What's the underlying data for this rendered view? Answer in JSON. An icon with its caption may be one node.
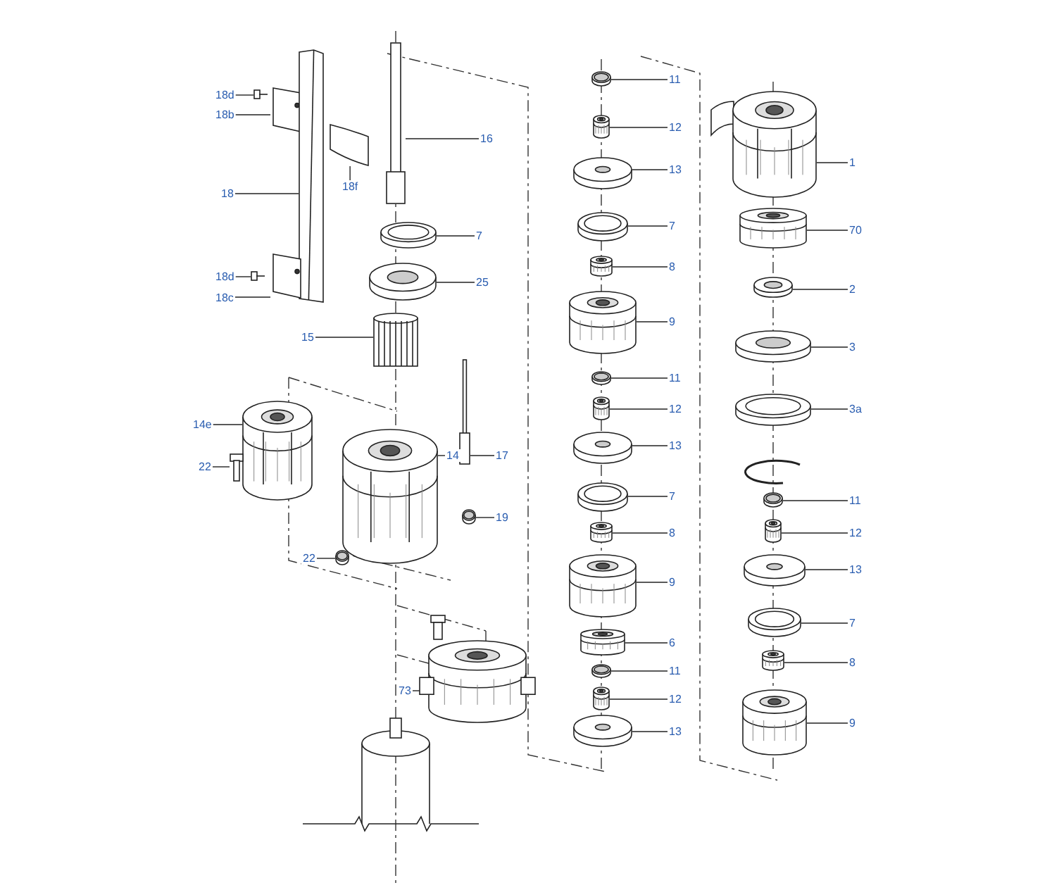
{
  "diagram": {
    "nodes": [
      {
        "text": [
          "18d"
        ]
      },
      {
        "text": [],
        "shape": "picture"
      },
      {
        "text": [
          "18b"
        ]
      },
      {
        "text": [],
        "shape": "picture"
      },
      {
        "text": [
          "18"
        ]
      },
      {
        "text": [],
        "shape": "picture"
      },
      {
        "text": [
          "18f"
        ]
      },
      {
        "text": [],
        "shape": "picture"
      },
      {
        "text": [
          "18d"
        ]
      },
      {
        "text": [],
        "shape": "picture"
      },
      {
        "text": [
          "18c"
        ]
      },
      {
        "text": [],
        "shape": "picture"
      },
      {
        "text": [
          "16"
        ]
      },
      {
        "text": [],
        "shape": "picture"
      },
      {
        "text": [
          "7"
        ]
      },
      {
        "text": [],
        "shape": "picture"
      },
      {
        "text": [
          "25"
        ]
      },
      {
        "text": [],
        "shape": "picture"
      },
      {
        "text": [
          "15"
        ]
      },
      {
        "text": [],
        "shape": "picture"
      },
      {
        "text": [
          "14e"
        ]
      },
      {
        "text": [],
        "shape": "picture"
      },
      {
        "text": [
          "22"
        ]
      },
      {
        "text": [],
        "shape": "picture"
      },
      {
        "text": [
          "14"
        ]
      },
      {
        "text": [],
        "shape": "picture"
      },
      {
        "text": [
          "17"
        ]
      },
      {
        "text": [],
        "shape": "picture"
      },
      {
        "text": [
          "19"
        ]
      },
      {
        "text": [],
        "shape": "picture"
      },
      {
        "text": [
          "22"
        ]
      },
      {
        "text": [],
        "shape": "picture"
      },
      {
        "text": [
          "73"
        ]
      },
      {
        "text": [],
        "shape": "picture"
      },
      {
        "text": [
          "11"
        ]
      },
      {
        "text": [],
        "shape": "picture"
      },
      {
        "text": [
          "12"
        ]
      },
      {
        "text": [],
        "shape": "picture"
      },
      {
        "text": [
          "13"
        ]
      },
      {
        "text": [],
        "shape": "picture"
      },
      {
        "text": [
          "7"
        ]
      },
      {
        "text": [],
        "shape": "picture"
      },
      {
        "text": [
          "8"
        ]
      },
      {
        "text": [],
        "shape": "picture"
      },
      {
        "text": [
          "9"
        ]
      },
      {
        "text": [],
        "shape": "picture"
      },
      {
        "text": [
          "11"
        ]
      },
      {
        "text": [],
        "shape": "picture"
      },
      {
        "text": [
          "12"
        ]
      },
      {
        "text": [],
        "shape": "picture"
      },
      {
        "text": [
          "13"
        ]
      },
      {
        "text": [],
        "shape": "picture"
      },
      {
        "text": [
          "7"
        ]
      },
      {
        "text": [],
        "shape": "picture"
      },
      {
        "text": [
          "8"
        ]
      },
      {
        "text": [],
        "shape": "picture"
      },
      {
        "text": [
          "9"
        ]
      },
      {
        "text": [],
        "shape": "picture"
      },
      {
        "text": [
          "6"
        ]
      },
      {
        "text": [],
        "shape": "picture"
      },
      {
        "text": [
          "11"
        ]
      },
      {
        "text": [],
        "shape": "picture"
      },
      {
        "text": [
          "12"
        ]
      },
      {
        "text": [],
        "shape": "picture"
      },
      {
        "text": [
          "13"
        ]
      },
      {
        "text": [],
        "shape": "picture"
      },
      {
        "text": [
          "1"
        ]
      },
      {
        "text": [],
        "shape": "picture"
      },
      {
        "text": [
          "70"
        ]
      },
      {
        "text": [],
        "shape": "picture"
      },
      {
        "text": [
          "2"
        ]
      },
      {
        "text": [],
        "shape": "picture"
      },
      {
        "text": [
          "3"
        ]
      },
      {
        "text": [],
        "shape": "picture"
      },
      {
        "text": [
          "3a"
        ]
      },
      {
        "text": [],
        "shape": "picture"
      },
      {
        "text": [
          "11"
        ]
      },
      {
        "text": [],
        "shape": "picture"
      },
      {
        "text": [
          "12"
        ]
      },
      {
        "text": [],
        "shape": "picture"
      },
      {
        "text": [
          "13"
        ]
      },
      {
        "text": [],
        "shape": "picture"
      },
      {
        "text": [
          "7"
        ]
      },
      {
        "text": [],
        "shape": "picture"
      },
      {
        "text": [
          "8"
        ]
      },
      {
        "text": [],
        "shape": "picture"
      },
      {
        "text": [
          "9"
        ]
      },
      {
        "text": [],
        "shape": "picture"
      }
    ],
    "edges": [
      {
        "from": 0,
        "to": 1,
        "arrow": "none"
      },
      {
        "from": 2,
        "to": 3,
        "arrow": "none"
      },
      {
        "from": 4,
        "to": 5,
        "arrow": "none"
      },
      {
        "from": 6,
        "to": 7,
        "arrow": "none"
      },
      {
        "from": 8,
        "to": 9,
        "arrow": "none"
      },
      {
        "from": 10,
        "to": 11,
        "arrow": "none"
      },
      {
        "from": 12,
        "to": 13,
        "arrow": "none"
      },
      {
        "from": 14,
        "to": 15,
        "arrow": "none"
      },
      {
        "from": 16,
        "to": 17,
        "arrow": "none"
      },
      {
        "from": 18,
        "to": 19,
        "arrow": "none"
      },
      {
        "from": 20,
        "to": 21,
        "arrow": "none"
      },
      {
        "from": 22,
        "to": 23,
        "arrow": "none"
      },
      {
        "from": 24,
        "to": 25,
        "arrow": "none"
      },
      {
        "from": 26,
        "to": 27,
        "arrow": "none"
      },
      {
        "from": 28,
        "to": 29,
        "arrow": "none"
      },
      {
        "from": 30,
        "to": 31,
        "arrow": "none"
      },
      {
        "from": 32,
        "to": 33,
        "arrow": "none"
      },
      {
        "from": 34,
        "to": 35,
        "arrow": "none"
      },
      {
        "from": 36,
        "to": 37,
        "arrow": "none"
      },
      {
        "from": 38,
        "to": 39,
        "arrow": "none"
      },
      {
        "from": 40,
        "to": 41,
        "arrow": "none"
      },
      {
        "from": 42,
        "to": 43,
        "arrow": "none"
      },
      {
        "from": 44,
        "to": 45,
        "arrow": "none"
      },
      {
        "from": 46,
        "to": 47,
        "arrow": "none"
      },
      {
        "from": 48,
        "to": 49,
        "arrow": "none"
      },
      {
        "from": 50,
        "to": 51,
        "arrow": "none"
      },
      {
        "from": 52,
        "to": 53,
        "arrow": "none"
      },
      {
        "from": 54,
        "to": 55,
        "arrow": "none"
      },
      {
        "from": 56,
        "to": 57,
        "arrow": "none"
      },
      {
        "from": 58,
        "to": 59,
        "arrow": "none"
      },
      {
        "from": 60,
        "to": 61,
        "arrow": "none"
      },
      {
        "from": 62,
        "to": 63,
        "arrow": "none"
      },
      {
        "from": 64,
        "to": 65,
        "arrow": "none"
      },
      {
        "from": 66,
        "to": 67,
        "arrow": "none"
      },
      {
        "from": 68,
        "to": 69,
        "arrow": "none"
      },
      {
        "from": 70,
        "to": 71,
        "arrow": "none"
      },
      {
        "from": 72,
        "to": 73,
        "arrow": "none"
      },
      {
        "from": 74,
        "to": 75,
        "arrow": "none"
      },
      {
        "from": 76,
        "to": 77,
        "arrow": "none"
      },
      {
        "from": 78,
        "to": 79,
        "arrow": "none"
      },
      {
        "from": 80,
        "to": 81,
        "arrow": "none"
      },
      {
        "from": 82,
        "to": 83,
        "arrow": "none"
      },
      {
        "from": 84,
        "to": 85,
        "arrow": "none"
      },
      {
        "from": 86,
        "to": 87,
        "arrow": "none"
      }
    ]
  }
}
